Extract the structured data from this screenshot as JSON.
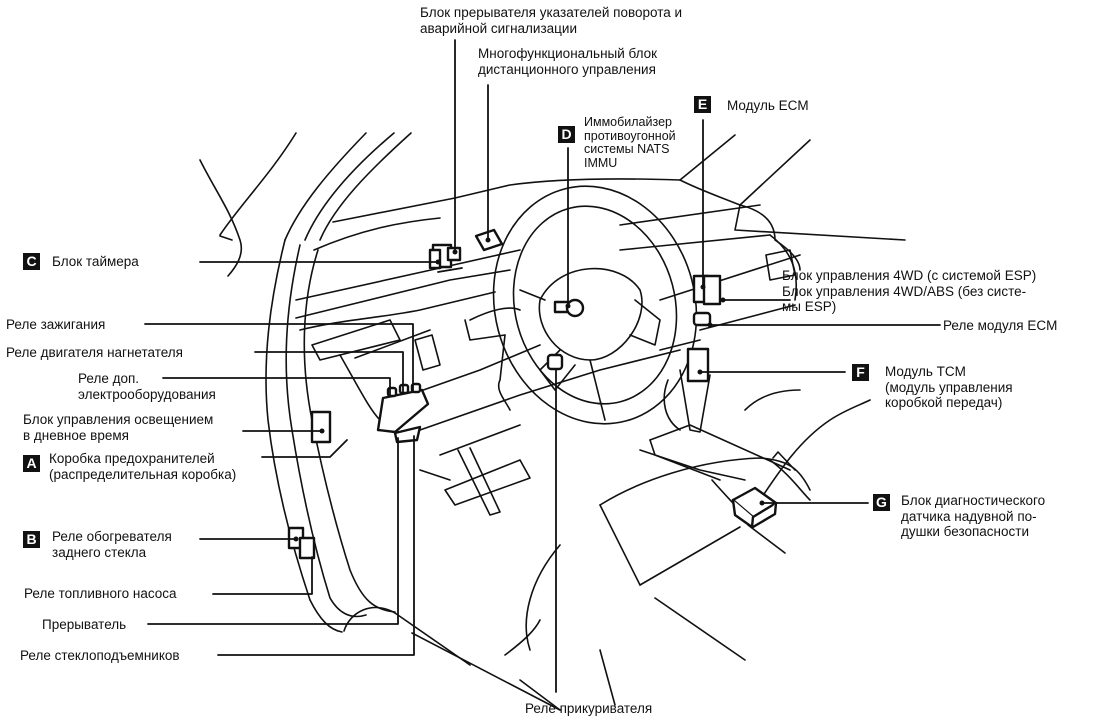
{
  "diagram": {
    "title": "Расположение электрических блоков и реле в салоне автомобиля",
    "labels": {
      "turn_signal_flasher": [
        "Блок прерывателя указателей поворота и",
        "аварийной сигнализации"
      ],
      "multifunction_remote": [
        "Многофункциональный блок",
        "дистанционного управления"
      ],
      "immobilizer": [
        "Иммобилайзер",
        "противоугонной",
        "системы NATS",
        "IMMU"
      ],
      "ecm_module": "Модуль ECM",
      "timer_unit": "Блок таймера",
      "control_4wd": [
        "Блок управления 4WD (с системой ESP)",
        "Блок управления 4WD/ABS (без систе-",
        "мы ESP)"
      ],
      "ecm_relay": "Реле модуля ECM",
      "tcm_module": [
        "Модуль TCM",
        "(модуль управления",
        "коробкой передач)"
      ],
      "ignition_relay": "Реле зажигания",
      "blower_relay": "Реле двигателя нагнетателя",
      "accessory_relay": [
        "Реле доп.",
        "электрооборудования"
      ],
      "daytime_light_unit": [
        "Блок управления освещением",
        "в дневное время"
      ],
      "fuse_box": [
        "Коробка предохранителей",
        "(распределительная коробка)"
      ],
      "rear_defogger_relay": [
        "Реле обогревателя",
        "заднего стекла"
      ],
      "fuel_pump_relay": "Реле топливного насоса",
      "circuit_breaker": "Прерыватель",
      "power_window_relay": "Реле стеклоподъемников",
      "cigarette_lighter_relay": "Реле прикуривателя",
      "airbag_diagnosis_unit": [
        "Блок диагностического",
        "датчика надувной по-",
        "душки безопасности"
      ]
    },
    "badges": {
      "A": "A",
      "B": "B",
      "C": "C",
      "D": "D",
      "E": "E",
      "F": "F",
      "G": "G"
    },
    "colors": {
      "ink": "#111111",
      "paper": "#ffffff"
    }
  }
}
